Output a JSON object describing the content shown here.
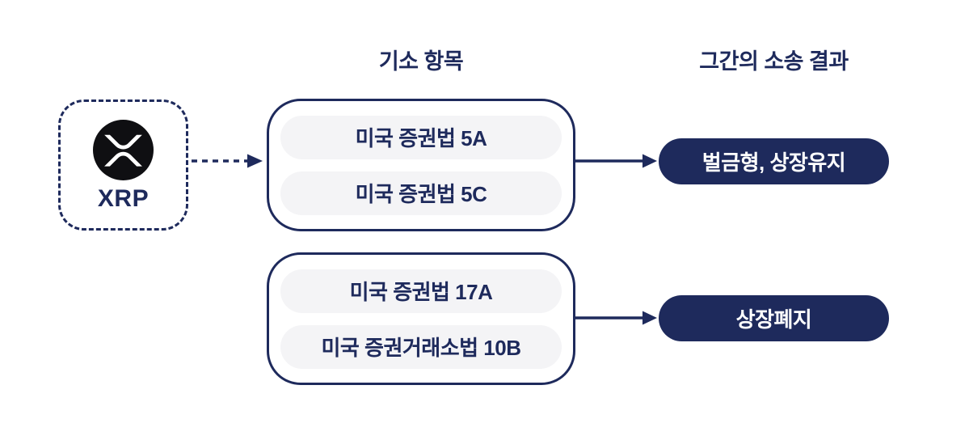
{
  "diagram": {
    "subject": {
      "label": "XRP",
      "icon": "xrp-coin-icon"
    },
    "columns": {
      "charges_header": "기소 항목",
      "results_header": "그간의 소송 결과"
    },
    "charge_groups": [
      {
        "items": [
          "미국 증권법 5A",
          "미국 증권법 5C"
        ],
        "result": "벌금형, 상장유지"
      },
      {
        "items": [
          "미국 증권법 17A",
          "미국 증권거래소법 10B"
        ],
        "result": "상장폐지"
      }
    ],
    "connectors": {
      "subject_to_group1": "dashed-arrow",
      "group1_to_result1": "solid-arrow",
      "group2_to_result2": "solid-arrow"
    },
    "colors": {
      "navy": "#1e2a5c",
      "pill_gray": "#f4f4f6",
      "coin_black": "#0f0f12",
      "background": "#ffffff"
    }
  }
}
